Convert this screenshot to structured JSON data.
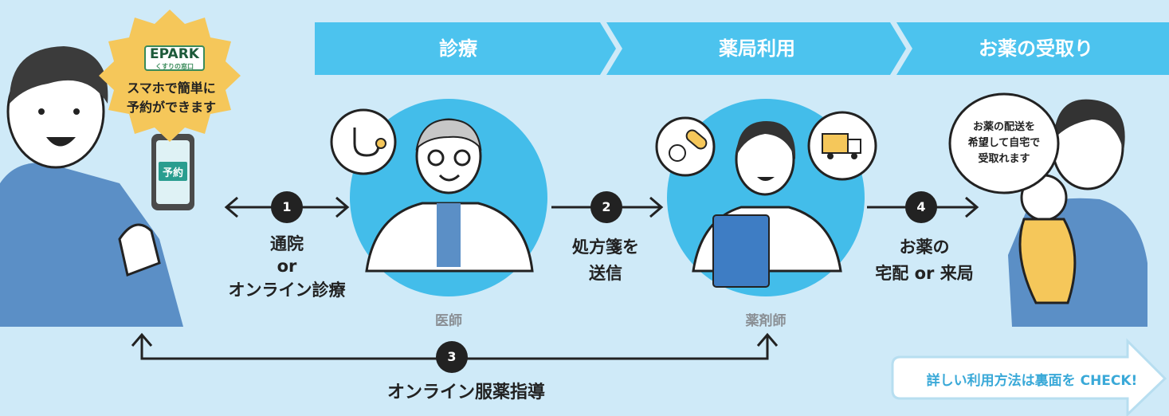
{
  "steps": {
    "diagnosis": "診療",
    "pharmacy": "薬局利用",
    "receive": "お薬の受取り"
  },
  "epark": {
    "logo": "EPARK",
    "logo_sub": "くすりの窓口",
    "line1": "スマホで簡単に",
    "line2": "予約ができます",
    "phone_label": "予約"
  },
  "flow": {
    "step1_num": "1",
    "step1_line1": "通院",
    "step1_line2": "or",
    "step1_line3": "オンライン診療",
    "step2_num": "2",
    "step2_line1": "処方箋を",
    "step2_line2": "送信",
    "step3_num": "3",
    "step3_label": "オンライン服薬指導",
    "step4_num": "4",
    "step4_line1": "お薬の",
    "step4_line2": "宅配 or 来局"
  },
  "roles": {
    "doctor": "医師",
    "pharmacist": "薬剤師"
  },
  "patient_bubble": {
    "line1": "お薬の配送を",
    "line2": "希望して自宅で",
    "line3": "受取れます"
  },
  "cta": {
    "text": "詳しい利用方法は裏面を CHECK!"
  },
  "colors": {
    "background": "#cfeaf8",
    "accent": "#43bdea",
    "header": "#4cc3ee",
    "cta_text": "#3aa9d8"
  }
}
